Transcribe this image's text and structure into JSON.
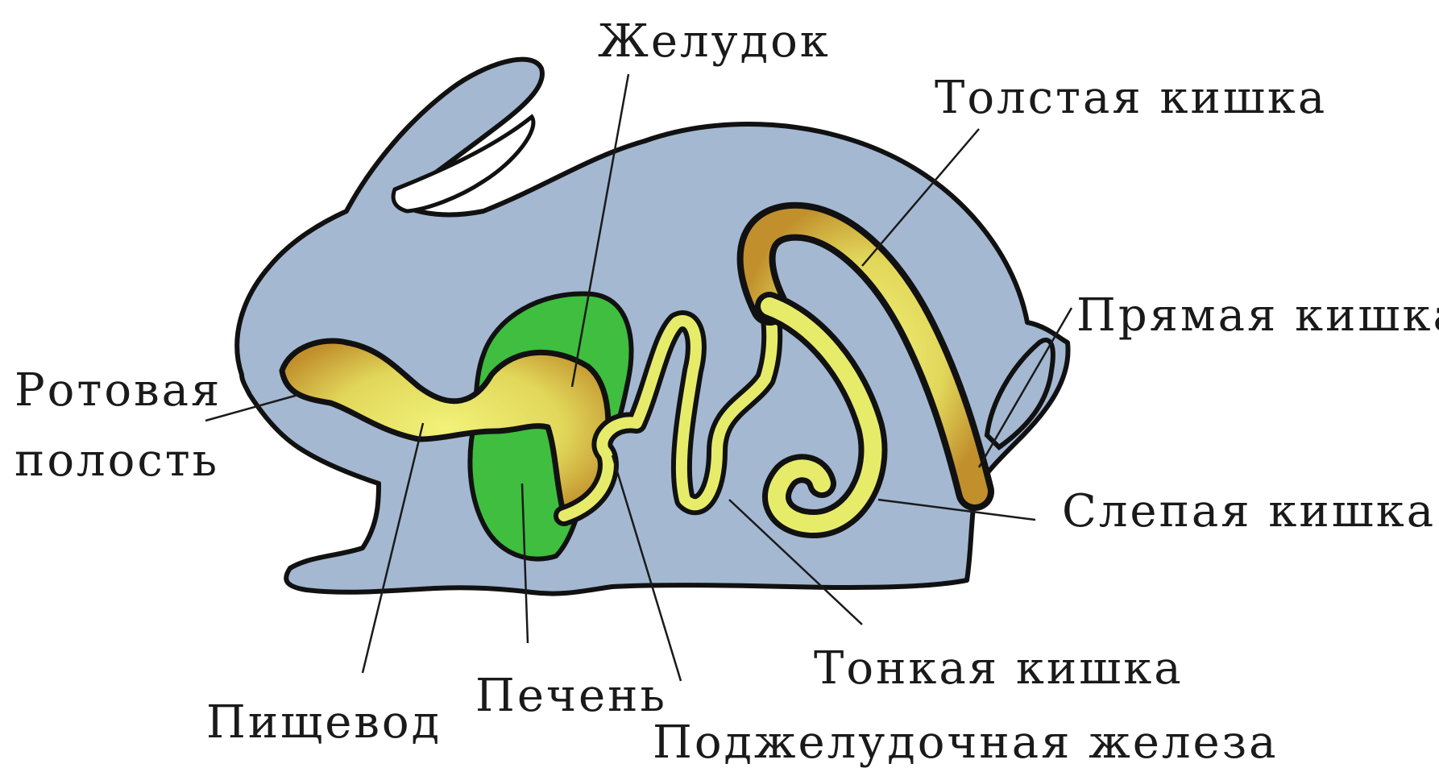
{
  "labels": {
    "stomach": "Желудок",
    "large_intestine": "Толстая кишка",
    "rectum": "Прямая кишка",
    "oral_cavity_line1": "Ротовая",
    "oral_cavity_line2": "полость",
    "caecum": "Слепая кишка",
    "small_intestine": "Тонкая кишка",
    "esophagus": "Пищевод",
    "liver": "Печень",
    "pancreas": "Поджелудочная железа"
  },
  "colors": {
    "body": "#a4b8d2",
    "outline": "#111111",
    "liver": "#3fbe3f",
    "tract_light": "#e6ec6a",
    "tract_dark": "#c89a2e"
  }
}
